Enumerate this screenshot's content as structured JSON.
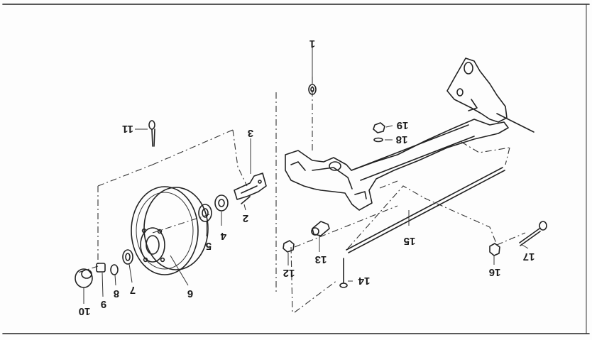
{
  "diagram": {
    "callouts": [
      {
        "id": "callout-1",
        "text": "1"
      },
      {
        "id": "callout-2",
        "text": "2"
      },
      {
        "id": "callout-3",
        "text": "3"
      },
      {
        "id": "callout-4",
        "text": "4"
      },
      {
        "id": "callout-5",
        "text": "5"
      },
      {
        "id": "callout-6",
        "text": "6"
      },
      {
        "id": "callout-7",
        "text": "7"
      },
      {
        "id": "callout-8",
        "text": "8"
      },
      {
        "id": "callout-9",
        "text": "9"
      },
      {
        "id": "callout-10",
        "text": "10"
      },
      {
        "id": "callout-11",
        "text": "11"
      },
      {
        "id": "callout-12",
        "text": "12"
      },
      {
        "id": "callout-13",
        "text": "13"
      },
      {
        "id": "callout-14",
        "text": "14"
      },
      {
        "id": "callout-15",
        "text": "15"
      },
      {
        "id": "callout-16",
        "text": "16"
      },
      {
        "id": "callout-17",
        "text": "17"
      },
      {
        "id": "callout-18",
        "text": "18"
      },
      {
        "id": "callout-19",
        "text": "19"
      }
    ]
  }
}
